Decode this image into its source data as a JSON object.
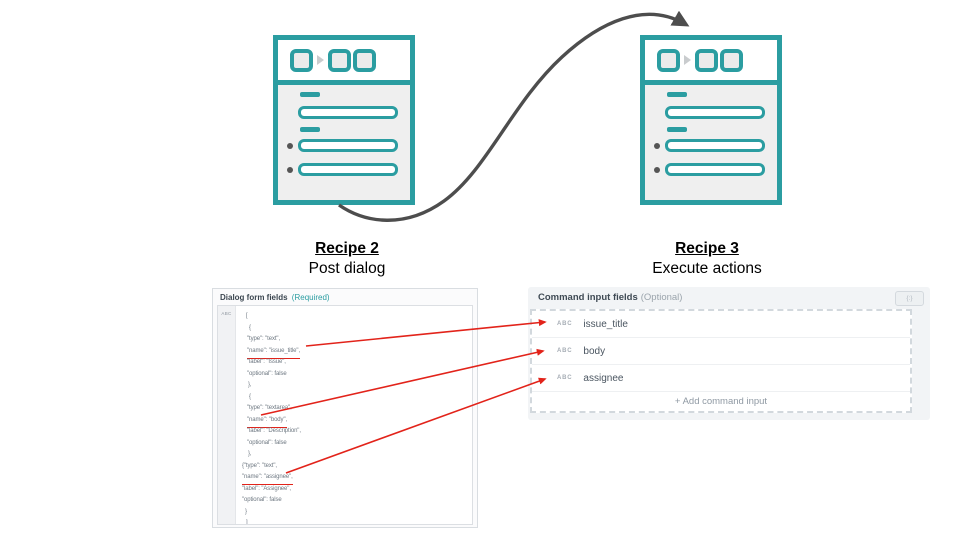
{
  "page": {
    "background": "#ffffff"
  },
  "colors": {
    "teal": "#2b9da1",
    "red": "#e2231a",
    "arrow_gray": "#4d4d4d"
  },
  "diagram": {
    "recipe2": {
      "title": "Recipe 2",
      "subtitle": "Post dialog"
    },
    "recipe3": {
      "title": "Recipe 3",
      "subtitle": "Execute actions"
    }
  },
  "dialog_panel": {
    "title": "Dialog form fields",
    "required_label": "(Required)",
    "gutter_label": "ABC",
    "code_lines": [
      {
        "text": "[",
        "indent": 10,
        "underline": false
      },
      {
        "text": "{",
        "indent": 13,
        "underline": false
      },
      {
        "text": "\"type\": \"text\",",
        "indent": 11,
        "underline": false
      },
      {
        "text": "\"name\": \"issue_title\",",
        "indent": 11,
        "underline": true
      },
      {
        "text": "\"label\": \"Issue\",",
        "indent": 11,
        "underline": false
      },
      {
        "text": "\"optional\": false",
        "indent": 11,
        "underline": false
      },
      {
        "text": "},",
        "indent": 12,
        "underline": false
      },
      {
        "text": "{",
        "indent": 13,
        "underline": false
      },
      {
        "text": "\"type\": \"textarea\",",
        "indent": 11,
        "underline": false
      },
      {
        "text": "\"name\": \"body\",",
        "indent": 11,
        "underline": true
      },
      {
        "text": "\"label\": \"Description\",",
        "indent": 11,
        "underline": false
      },
      {
        "text": "\"optional\": false",
        "indent": 11,
        "underline": false
      },
      {
        "text": "},",
        "indent": 12,
        "underline": false
      },
      {
        "text": "{\"type\": \"text\",",
        "indent": 6,
        "underline": false
      },
      {
        "text": "\"name\": \"assignee\",",
        "indent": 6,
        "underline": true
      },
      {
        "text": "\"label\": \"Assignee\",",
        "indent": 6,
        "underline": false
      },
      {
        "text": "\"optional\": false",
        "indent": 6,
        "underline": false
      },
      {
        "text": "}",
        "indent": 9,
        "underline": false
      },
      {
        "text": "]",
        "indent": 10,
        "underline": false
      }
    ]
  },
  "command_panel": {
    "title": "Command input fields",
    "optional_label": "(Optional)",
    "code_toggle_label": "{:}",
    "fields": [
      {
        "type_label": "ABC",
        "name": "issue_title"
      },
      {
        "type_label": "ABC",
        "name": "body"
      },
      {
        "type_label": "ABC",
        "name": "assignee"
      }
    ],
    "add_button_label": "+ Add command input"
  }
}
